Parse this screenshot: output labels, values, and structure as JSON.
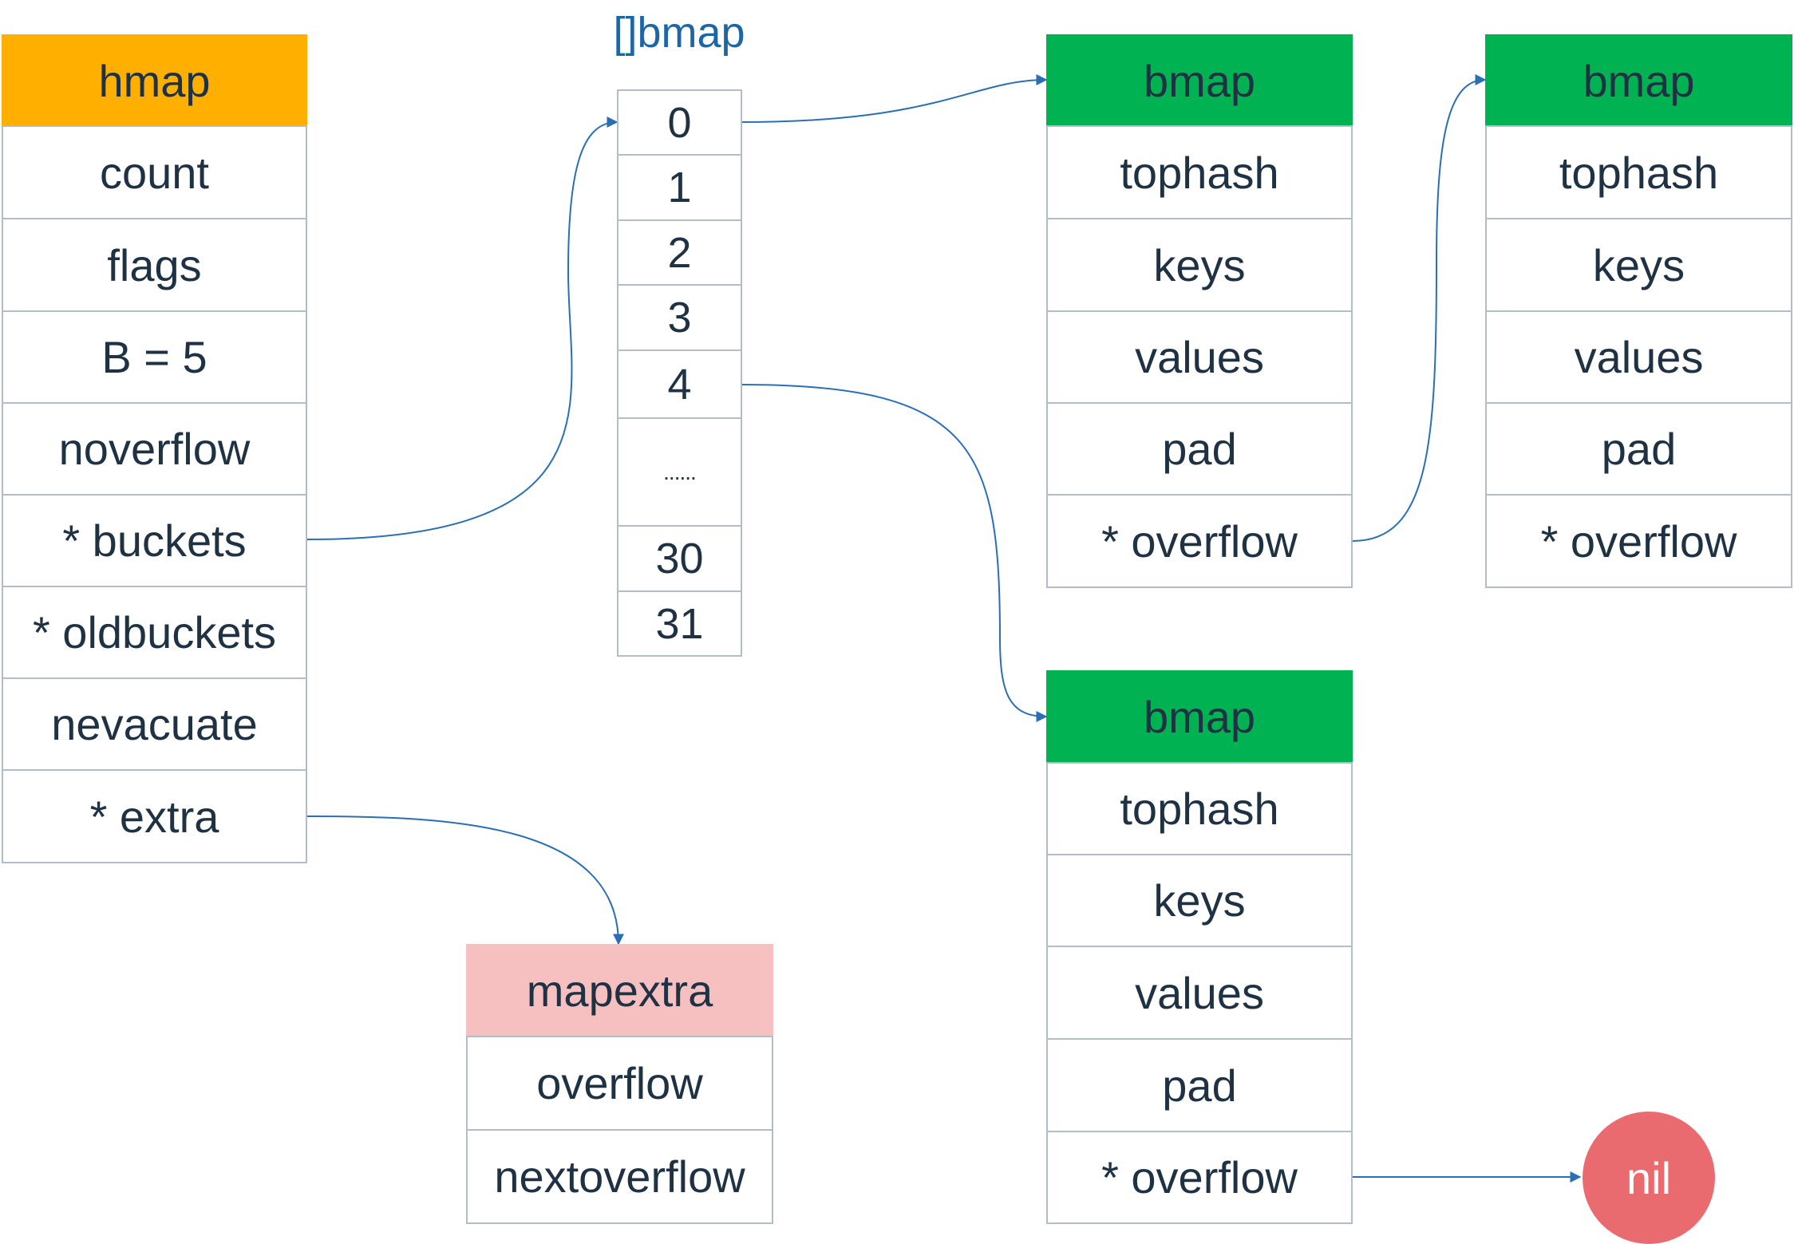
{
  "colors": {
    "hmap_header": "#FFAF00",
    "bmap_header": "#00B251",
    "mapextra_header": "#F7C0C0",
    "nil": "#EA6B6F",
    "text": "#1F3244",
    "label": "#1E65A5",
    "connector": "#2A6FB5",
    "border": "#B3BCCB"
  },
  "hmap": {
    "title": "hmap",
    "fields": [
      "count",
      "flags",
      "B = 5",
      "noverflow",
      "* buckets",
      "* oldbuckets",
      "nevacuate",
      "* extra"
    ]
  },
  "bucket_array": {
    "label": "[]bmap",
    "indices": [
      "0",
      "1",
      "2",
      "3",
      "4",
      "......",
      "30",
      "31"
    ]
  },
  "bmap_bucket0": {
    "title": "bmap",
    "fields": [
      "tophash",
      "keys",
      "values",
      "pad",
      "* overflow"
    ]
  },
  "bmap_overflow": {
    "title": "bmap",
    "fields": [
      "tophash",
      "keys",
      "values",
      "pad",
      "* overflow"
    ]
  },
  "bmap_bucket4": {
    "title": "bmap",
    "fields": [
      "tophash",
      "keys",
      "values",
      "pad",
      "* overflow"
    ]
  },
  "mapextra": {
    "title": "mapextra",
    "fields": [
      "overflow",
      "nextoverflow"
    ]
  },
  "nil_node": {
    "label": "nil"
  },
  "connections": [
    {
      "from": "hmap.buckets",
      "to": "bucket_array.0"
    },
    {
      "from": "hmap.extra",
      "to": "mapextra"
    },
    {
      "from": "bucket_array.0",
      "to": "bmap_bucket0"
    },
    {
      "from": "bucket_array.4",
      "to": "bmap_bucket4"
    },
    {
      "from": "bmap_bucket0.overflow",
      "to": "bmap_overflow"
    },
    {
      "from": "bmap_bucket4.overflow",
      "to": "nil_node"
    }
  ]
}
